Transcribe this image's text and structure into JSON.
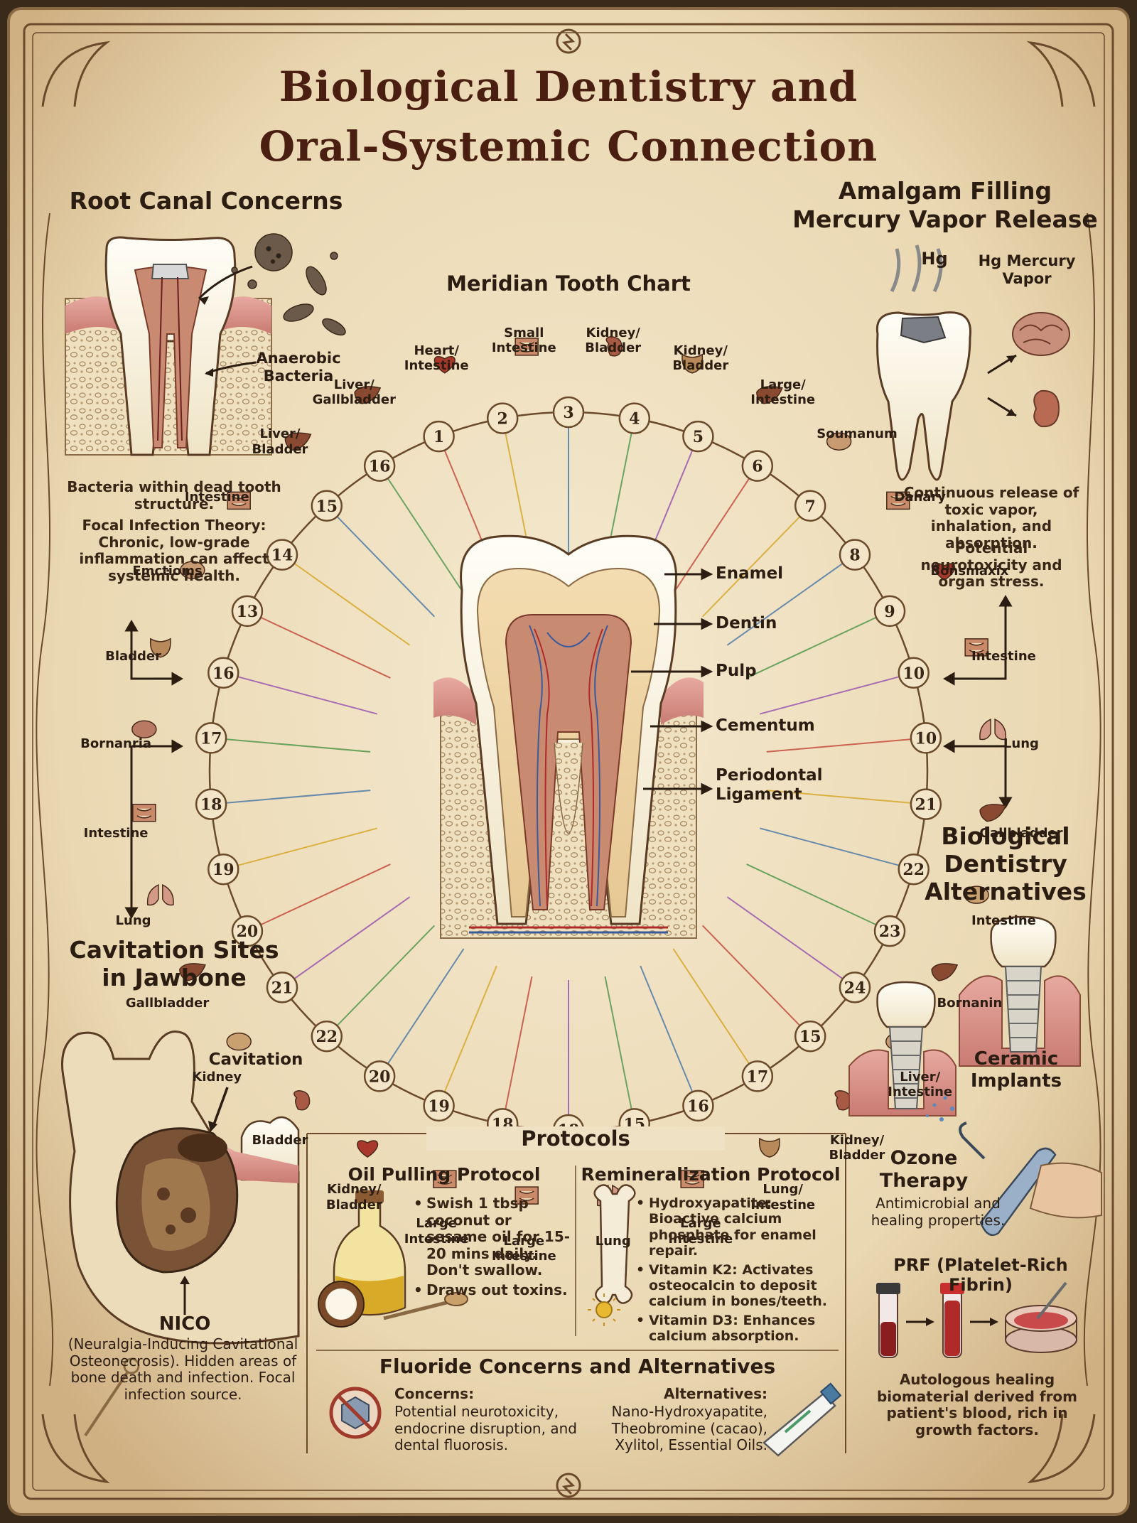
{
  "title": {
    "line1": "Biological Dentistry and",
    "line2": "Oral-Systemic Connection"
  },
  "root_canal": {
    "heading": "Root Canal Concerns",
    "bacteria_label": "Anaerobic Bacteria",
    "para1": "Bacteria within dead tooth structure.",
    "para2": "Focal Infection Theory: Chronic, low-grade inflammation can affect systemic health."
  },
  "amalgam": {
    "heading_line1": "Amalgam Filling",
    "heading_line2": "Mercury Vapor Release",
    "hg_symbol": "Hg",
    "hg_label": "Hg Mercury Vapor",
    "para1": "Continuous release of toxic vapor, inhalation, and absorption.",
    "para2": "Potential neurotoxicity and organ stress."
  },
  "meridian": {
    "heading": "Meridian Tooth Chart",
    "numbers": [
      "1",
      "2",
      "3",
      "4",
      "5",
      "6",
      "7",
      "8",
      "9",
      "10",
      "10",
      "21",
      "22",
      "23",
      "24",
      "15",
      "17",
      "16",
      "15",
      "18",
      "18",
      "19",
      "20",
      "22",
      "21",
      "20",
      "19",
      "18",
      "17",
      "16",
      "13",
      "14",
      "15",
      "16"
    ],
    "organs": [
      {
        "label": "Heart/ Intestine",
        "icon": "heart-icon"
      },
      {
        "label": "Small Intestine",
        "icon": "intestine-icon"
      },
      {
        "label": "Kidney/ Bladder",
        "icon": "kidney-icon"
      },
      {
        "label": "Kidney/ Bladder",
        "icon": "bladder-icon"
      },
      {
        "label": "Large/ Intestine",
        "icon": "liver-icon"
      },
      {
        "label": "Soumanum",
        "icon": "stomach-icon"
      },
      {
        "label": "Danary",
        "icon": "intestine-icon"
      },
      {
        "label": "Bonsmaxix",
        "icon": "heart-icon"
      },
      {
        "label": "Intestine",
        "icon": "intestine-icon"
      },
      {
        "label": "Lung",
        "icon": "lung-icon"
      },
      {
        "label": "Gallbladder",
        "icon": "liver-icon"
      },
      {
        "label": "Intestine",
        "icon": "pancreas-icon"
      },
      {
        "label": "Bornanin",
        "icon": "liver-icon"
      },
      {
        "label": "Liver/ Intestine",
        "icon": "stomach-icon"
      },
      {
        "label": "Kidney/ Bladder",
        "icon": "kidney-icon"
      },
      {
        "label": "Lung/ Intestine",
        "icon": "bladder-icon"
      },
      {
        "label": "Large Intestine",
        "icon": "intestine-icon"
      },
      {
        "label": "Lung",
        "icon": "lung-icon"
      },
      {
        "label": "Large Intestine",
        "icon": "intestine-icon"
      },
      {
        "label": "Large Intestine",
        "icon": "intestine-icon"
      },
      {
        "label": "Kidney/ Bladder",
        "icon": "heart-icon"
      },
      {
        "label": "Bladder",
        "icon": "kidney-icon"
      },
      {
        "label": "Kidney",
        "icon": "pancreas-icon"
      },
      {
        "label": "Gallbladder",
        "icon": "liver-icon"
      },
      {
        "label": "Lung",
        "icon": "lung-icon"
      },
      {
        "label": "Intestine",
        "icon": "intestine-icon"
      },
      {
        "label": "Bornanria",
        "icon": "brain-icon"
      },
      {
        "label": "Bladder",
        "icon": "bladder-icon"
      },
      {
        "label": "Emctioms",
        "icon": "stomach-icon"
      },
      {
        "label": "Intestine",
        "icon": "intestine-icon"
      },
      {
        "label": "Liver/ Bladder",
        "icon": "liver-icon"
      },
      {
        "label": "Liver/ Gallbladder",
        "icon": "liver-icon"
      }
    ],
    "layers": [
      "Enamel",
      "Dentin",
      "Pulp",
      "Cementum",
      "Periodontal Ligament"
    ],
    "line_colors": [
      "#c0392b",
      "#d4a017",
      "#3a6ea5",
      "#3f8f3f",
      "#8e44ad"
    ]
  },
  "cavitation": {
    "heading": "Cavitation Sites in Jawbone",
    "cavitation_label": "Cavitation",
    "nico_title": "NICO",
    "nico_desc": "(Neuralgia-Inducing Cavitational Osteonecrosis). Hidden areas of bone death and infection. Focal infection source."
  },
  "bio_alt": {
    "heading": "Biological Dentistry Alternatives",
    "ceramic_label": "Ceramic Implants",
    "ozone_title": "Ozone Therapy",
    "ozone_desc": "Antimicrobial and healing properties.",
    "prf_title": "PRF (Platelet-Rich Fibrin)",
    "prf_desc": "Autologous healing biomaterial derived from patient's blood, rich in growth factors."
  },
  "protocols": {
    "heading": "Protocols",
    "oil": {
      "title": "Oil Pulling Protocol",
      "items": [
        "Swish 1 tbsp coconut or sesame oil for 15-20 mins daily. Don't swallow.",
        "Draws out toxins."
      ]
    },
    "remin": {
      "title": "Remineralization Protocol",
      "items": [
        "Hydroxyapatite: Bioactive calcium phosphate for enamel repair.",
        "Vitamin K2: Activates osteocalcin to deposit calcium in bones/teeth.",
        "Vitamin D3: Enhances calcium absorption."
      ]
    },
    "fluoride": {
      "title": "Fluoride Concerns and Alternatives",
      "concerns_title": "Concerns:",
      "concerns_desc": "Potential neurotoxicity, endocrine disruption, and dental fluorosis.",
      "alt_title": "Alternatives:",
      "alt_desc": "Nano-Hydroxyapatite, Theobromine (cacao), Xylitol, Essential Oils."
    }
  },
  "colors": {
    "parchment": "#efe2c4",
    "ink": "#2b1d12",
    "title": "#4a1f12",
    "border": "#6b4a2b"
  }
}
